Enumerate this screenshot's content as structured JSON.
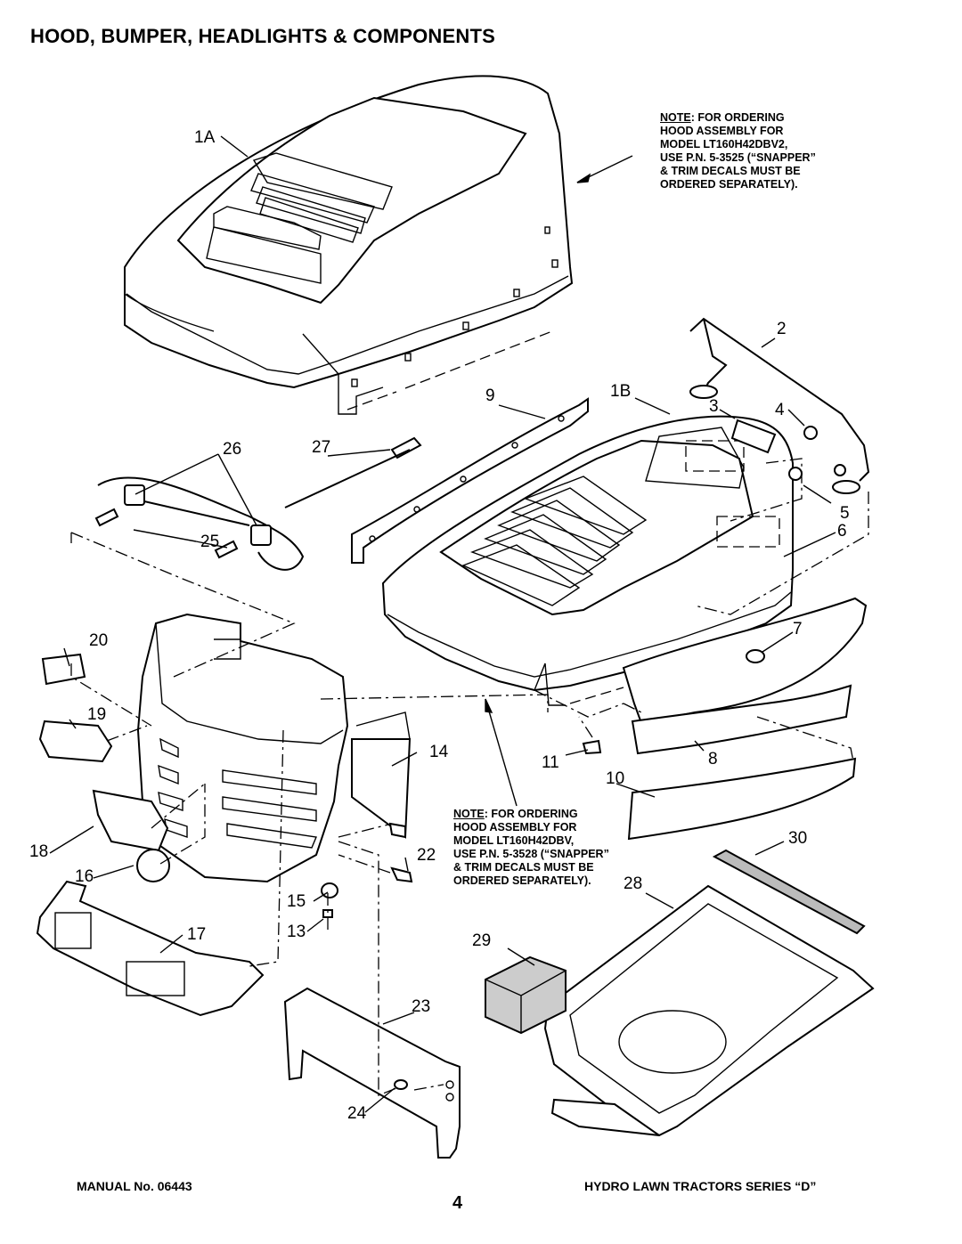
{
  "title": "HOOD, BUMPER, HEADLIGHTS & COMPONENTS",
  "note_top": {
    "heading": "NOTE",
    "first_line_rest": ": FOR ORDERING",
    "body": "HOOD ASSEMBLY FOR\nMODEL LT160H42DBV2,\nUSE P.N. 5-3525 (“SNAPPER”\n& TRIM DECALS MUST BE\nORDERED SEPARATELY)."
  },
  "note_bottom": {
    "heading": "NOTE",
    "first_line_rest": ": FOR ORDERING",
    "body": "HOOD ASSEMBLY FOR\nMODEL LT160H42DBV,\nUSE P.N. 5-3528 (“SNAPPER”\n& TRIM DECALS MUST BE\nORDERED SEPARATELY)."
  },
  "parts": [
    "1A",
    "1B",
    "2",
    "3",
    "4",
    "5",
    "6",
    "7",
    "8",
    "9",
    "10",
    "11",
    "13",
    "14",
    "15",
    "16",
    "17",
    "18",
    "19",
    "20",
    "22",
    "23",
    "24",
    "25",
    "26",
    "27",
    "28",
    "29",
    "30"
  ],
  "footer": {
    "manual": "MANUAL No. 06443",
    "series": "HYDRO LAWN TRACTORS SERIES “D”",
    "page": "4"
  }
}
